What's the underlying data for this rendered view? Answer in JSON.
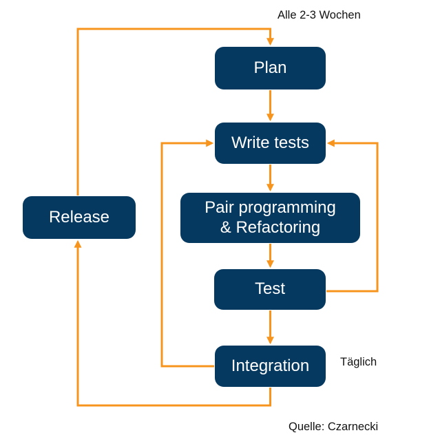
{
  "colors": {
    "node_fill": "#06395f",
    "node_text": "#ffffff",
    "arrow": "#f7941d",
    "label_text": "#111111",
    "background": "#ffffff"
  },
  "nodes": {
    "plan": {
      "label": "Plan"
    },
    "write_tests": {
      "label": "Write tests"
    },
    "pair_programming": {
      "label": "Pair programming\n& Refactoring"
    },
    "test": {
      "label": "Test"
    },
    "integration": {
      "label": "Integration"
    },
    "release": {
      "label": "Release"
    }
  },
  "annotations": {
    "cycle_frequency": "Alle 2-3 Wochen",
    "daily_frequency": "Täglich",
    "source": "Quelle: Czarnecki"
  },
  "edges": [
    {
      "from": "plan",
      "to": "write_tests"
    },
    {
      "from": "write_tests",
      "to": "pair_programming"
    },
    {
      "from": "pair_programming",
      "to": "test"
    },
    {
      "from": "test",
      "to": "integration"
    },
    {
      "from": "test",
      "to": "write_tests",
      "note": "right feedback loop"
    },
    {
      "from": "integration",
      "to": "write_tests",
      "note": "left feedback loop, Täglich"
    },
    {
      "from": "integration",
      "to": "release",
      "note": "outer bottom loop"
    },
    {
      "from": "release",
      "to": "plan",
      "note": "outer top loop, Alle 2-3 Wochen"
    }
  ]
}
